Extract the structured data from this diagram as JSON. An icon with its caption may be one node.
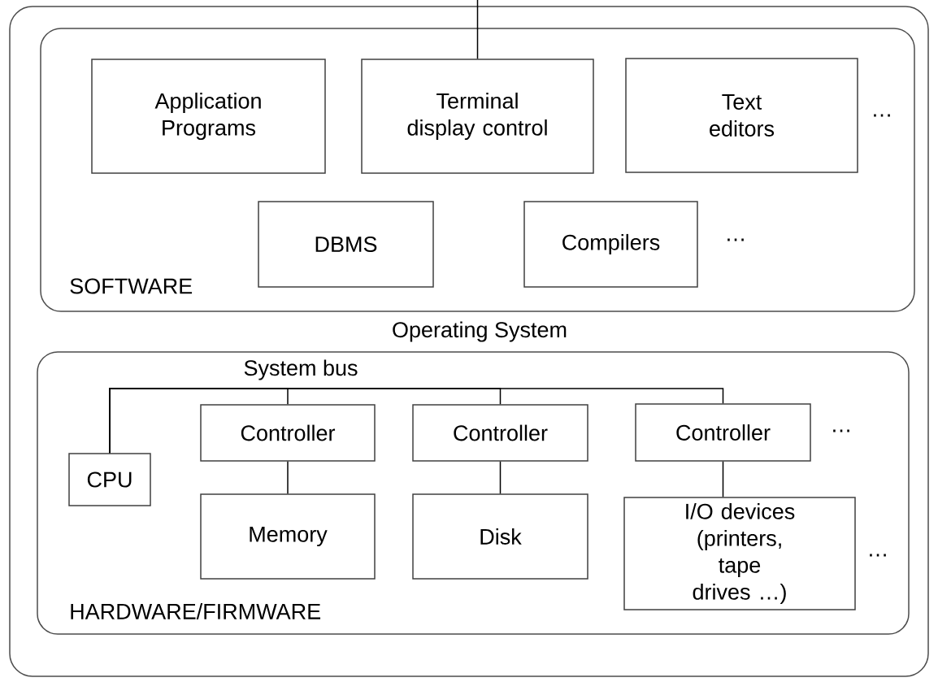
{
  "diagram": {
    "nodes": [
      {
        "text": [
          "Operating System"
        ]
      },
      {
        "text": [
          "SOFTWARE"
        ],
        "in": 0
      },
      {
        "text": [
          "Application Programs"
        ],
        "in": 1
      },
      {
        "text": [
          "Terminal display control"
        ],
        "in": 1
      },
      {
        "text": [
          "Text editors"
        ],
        "in": 1
      },
      {
        "text": [
          "DBMS"
        ],
        "in": 1
      },
      {
        "text": [
          "Compilers"
        ],
        "in": 1
      },
      {
        "text": [
          "HARDWARE/FIRMWARE"
        ],
        "in": 0
      },
      {
        "text": [
          "CPU"
        ],
        "in": 7
      },
      {
        "text": [
          "Controller"
        ],
        "in": 7
      },
      {
        "text": [
          "Controller"
        ],
        "in": 7
      },
      {
        "text": [
          "Controller"
        ],
        "in": 7
      },
      {
        "text": [
          "Memory"
        ],
        "in": 7
      },
      {
        "text": [
          "Disk"
        ],
        "in": 7
      },
      {
        "text": [
          "I/O devices (printers, tape drives …)"
        ],
        "in": 7
      }
    ],
    "edges": [
      {
        "from": null,
        "to": 3,
        "arrow": "none"
      },
      {
        "from": 8,
        "to": 9,
        "arrow": "none",
        "label": "System bus"
      },
      {
        "from": 8,
        "to": 10,
        "arrow": "none"
      },
      {
        "from": 8,
        "to": 11,
        "arrow": "none"
      },
      {
        "from": 9,
        "to": 12,
        "arrow": "none"
      },
      {
        "from": 10,
        "to": 13,
        "arrow": "none"
      },
      {
        "from": 11,
        "to": 14,
        "arrow": "none"
      }
    ],
    "labels": [
      "…",
      "…",
      "…",
      "…"
    ]
  }
}
